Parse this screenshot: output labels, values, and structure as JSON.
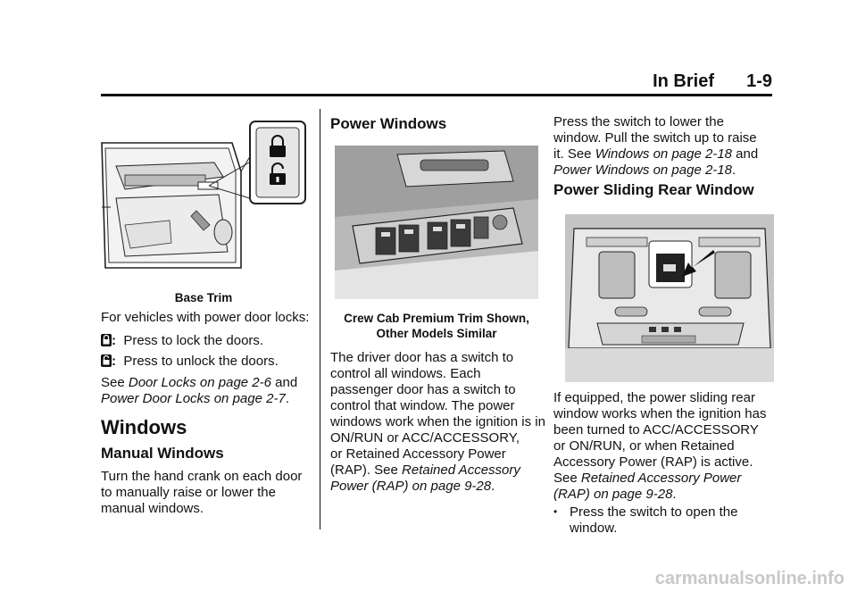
{
  "header": {
    "section": "In Brief",
    "page": "1-9"
  },
  "column1": {
    "figure_caption": "Base Trim",
    "intro": "For vehicles with power door locks:",
    "lock_items": [
      {
        "icon": "lock-icon",
        "sep": ":",
        "text": "Press to lock the doors."
      },
      {
        "icon": "unlock-icon",
        "sep": ":",
        "text": "Press to unlock the doors."
      }
    ],
    "see_prefix": "See",
    "ref1": "Door Locks on page 2-6",
    "and": "and",
    "ref2": "Power Door Locks on page 2-7",
    "period": ".",
    "heading_windows": "Windows",
    "heading_manual": "Manual Windows",
    "manual_text_lines": [
      "Turn the hand crank on each door",
      "to manually raise or lower the",
      "manual windows."
    ]
  },
  "column2": {
    "heading": "Power Windows",
    "caption_lines": [
      "Crew Cab Premium Trim Shown,",
      "Other Models Similar"
    ],
    "body_lines": [
      "The driver door has a switch to",
      "control all windows. Each",
      "passenger door has a switch to",
      "control that window. The power",
      "windows work when the ignition is in",
      "ON/RUN or ACC/ACCESSORY,",
      "or Retained Accessory Power",
      "(RAP). See"
    ],
    "ref_a": "Retained Accessory",
    "ref_b": "Power (RAP) on page 9-28",
    "period": "."
  },
  "column3": {
    "intro_lines": [
      "Press the switch to lower the",
      "window. Pull the switch up to raise",
      "it. See"
    ],
    "ref1": "Windows on page 2-18",
    "and": "and",
    "ref2": "Power Windows on page 2-18",
    "period": ".",
    "heading": "Power Sliding Rear Window",
    "body_lines": [
      "If equipped, the power sliding rear",
      "window works when the ignition has",
      "been turned to ACC/ACCESSORY",
      "or ON/RUN, or when Retained",
      "Accessory Power (RAP) is active.",
      "See"
    ],
    "ref3a": "Retained Accessory Power",
    "ref3b": "(RAP) on page 9-28",
    "bullet": "•",
    "bullet_lines": [
      "Press the switch to open the",
      "window."
    ]
  },
  "credit": "carmanualsonline.info"
}
